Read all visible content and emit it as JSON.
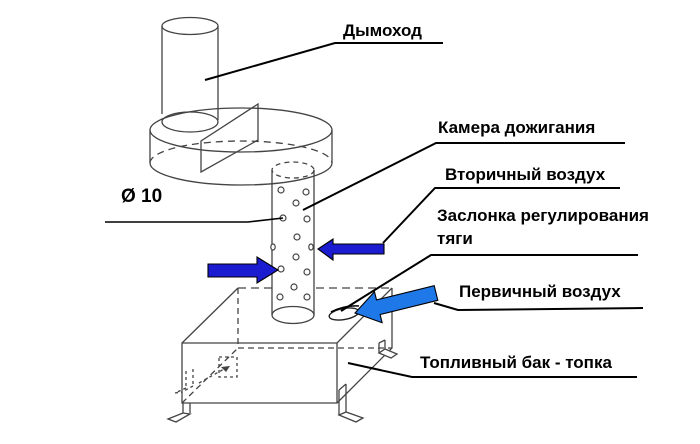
{
  "labels": {
    "chimney": "Дымоход",
    "afterburner_chamber": "Камера дожигания",
    "secondary_air": "Вторичный воздух",
    "draft_damper": "Заслонка регулирования тяги",
    "primary_air": "Первичный воздух",
    "fuel_tank": "Топливный бак - топка",
    "hole_diameter": "Ø 10"
  },
  "colors": {
    "background": "#ffffff",
    "drawing_line": "#444444",
    "leader_line": "#000000",
    "small_arrow_fill": "#1b1bcf",
    "big_arrow_fill": "#1e78e8"
  }
}
